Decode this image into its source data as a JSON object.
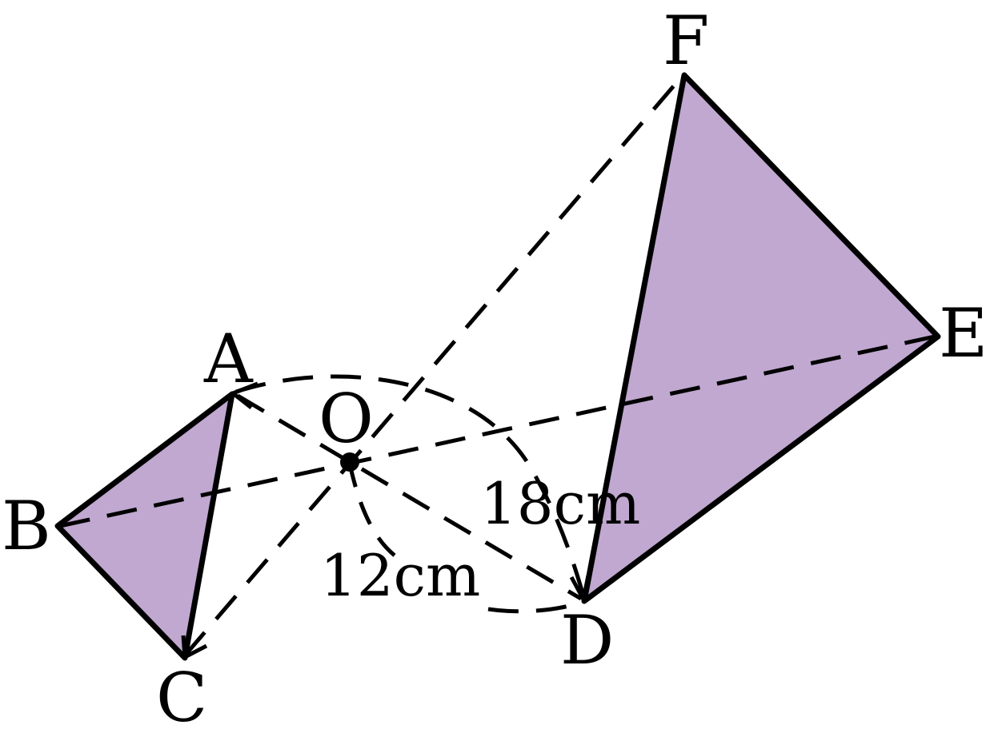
{
  "colors": {
    "triangle_fill": "#c0a8d0",
    "stroke": "#000000",
    "background": "#ffffff"
  },
  "points": {
    "A": "A",
    "B": "B",
    "C": "C",
    "D": "D",
    "E": "E",
    "F": "F",
    "O": "O"
  },
  "measurements": {
    "small_radius": "12cm",
    "large_radius": "18cm"
  }
}
